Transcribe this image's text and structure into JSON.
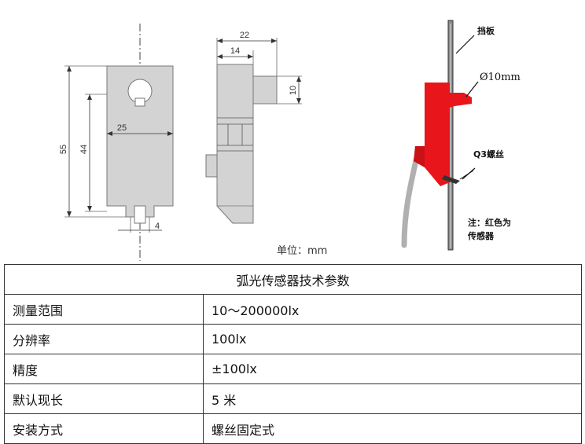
{
  "figure": {
    "dims": {
      "d22": "22",
      "d14": "14",
      "d10": "10",
      "d55": "55",
      "d44": "44",
      "d25": "25",
      "d4": "4"
    },
    "unit_label": "单位：mm",
    "install": {
      "baffle": "挡板",
      "diameter": "Ø10mm",
      "screw": "Q3螺丝",
      "note_line1": "注：红色为",
      "note_line2": "传感器",
      "sensor_color": "#e8151b"
    }
  },
  "table": {
    "title": "弧光传感器技术参数",
    "rows": [
      {
        "key": "测量范围",
        "value": "10～200000lx"
      },
      {
        "key": "分辨率",
        "value": "100lx"
      },
      {
        "key": "精度",
        "value": "±100lx"
      },
      {
        "key": "默认现长",
        "value": "5 米"
      },
      {
        "key": "安装方式",
        "value": "螺丝固定式"
      }
    ]
  }
}
